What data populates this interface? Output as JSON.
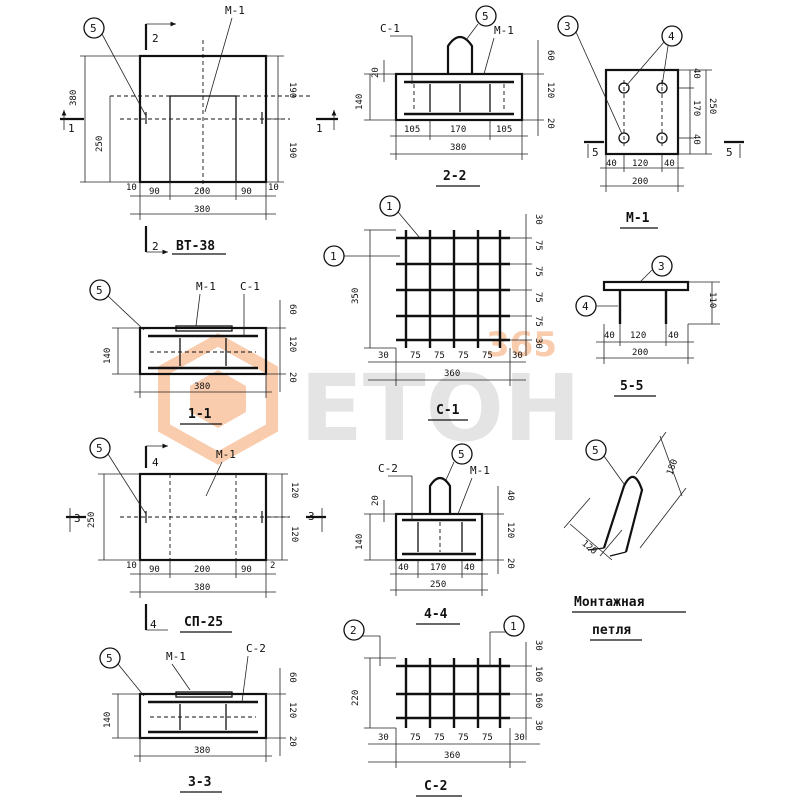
{
  "drawing": {
    "views": {
      "front_view_1": {
        "title": "ВТ-38",
        "plate_label": "М-1",
        "callout": "5",
        "section_markers": [
          "2",
          "2",
          "1",
          "1"
        ],
        "dims_vertical_left": [
          "380",
          "250"
        ],
        "dims_vertical_right": [
          "190",
          "190"
        ],
        "dims_bottom_small": [
          "10",
          "10"
        ],
        "dims_bottom": [
          "90",
          "200",
          "90"
        ],
        "dim_total": "380"
      },
      "section_2_2": {
        "title": "2-2",
        "labels": [
          "С-1",
          "М-1"
        ],
        "callout": "5",
        "dims_left": [
          "20",
          "140"
        ],
        "dims_right": [
          "60",
          "120",
          "20"
        ],
        "dims_bottom": [
          "105",
          "170",
          "105"
        ],
        "dim_total": "380"
      },
      "plate_m1": {
        "title": "М-1",
        "callouts": [
          "3",
          "4"
        ],
        "section_markers": [
          "5",
          "5"
        ],
        "dims_right": [
          "40",
          "170",
          "40",
          "250"
        ],
        "dims_bottom": [
          "40",
          "120",
          "40"
        ],
        "dim_total": "200"
      },
      "section_1_1": {
        "title": "1-1",
        "labels": [
          "М-1",
          "С-1"
        ],
        "callout": "5",
        "dim_left": "140",
        "dims_right": [
          "60",
          "120",
          "20"
        ],
        "dim_total": "380"
      },
      "mesh_c1": {
        "title": "С-1",
        "callout": "1",
        "dim_left": "350",
        "dims_right": [
          "30",
          "75",
          "75",
          "75",
          "75",
          "30"
        ],
        "dims_bottom": [
          "30",
          "75",
          "75",
          "75",
          "75",
          "30"
        ],
        "dim_total": "360"
      },
      "section_5_5": {
        "title": "5-5",
        "callouts": [
          "3",
          "4"
        ],
        "dim_right": "110",
        "dims_bottom": [
          "40",
          "120",
          "40"
        ],
        "dim_total": "200"
      },
      "front_view_2": {
        "title": "СП-25",
        "plate_label": "М-1",
        "callout": "5",
        "section_markers": [
          "4",
          "4",
          "3",
          "3"
        ],
        "dim_left": "250",
        "dims_right": [
          "120",
          "120"
        ],
        "dims_bottom_small": [
          "10",
          "2"
        ],
        "dims_bottom": [
          "90",
          "200",
          "90"
        ],
        "dim_total": "380"
      },
      "section_4_4": {
        "title": "4-4",
        "labels": [
          "С-2",
          "М-1"
        ],
        "callout": "5",
        "dims_left": [
          "20",
          "140"
        ],
        "dims_right": [
          "40",
          "120",
          "20"
        ],
        "dims_bottom": [
          "40",
          "170",
          "40"
        ],
        "dim_total": "250"
      },
      "loop_detail": {
        "title": "Монтажная",
        "subtitle": "петля",
        "callout": "5",
        "dims": [
          "180",
          "120"
        ]
      },
      "section_3_3": {
        "title": "3-3",
        "labels": [
          "М-1",
          "С-2"
        ],
        "callout": "5",
        "dim_left": "140",
        "dims_right": [
          "60",
          "120",
          "20"
        ],
        "dim_total": "380"
      },
      "mesh_c2": {
        "title": "С-2",
        "callouts": [
          "2",
          "1"
        ],
        "dim_left": "220",
        "dims_right": [
          "30",
          "160",
          "160",
          "30"
        ],
        "dims_bottom": [
          "30",
          "75",
          "75",
          "75",
          "75",
          "30"
        ],
        "dim_total": "360"
      }
    },
    "watermark": {
      "brand": "ЕТОН",
      "number": "365",
      "color": "#f3a36b"
    }
  }
}
